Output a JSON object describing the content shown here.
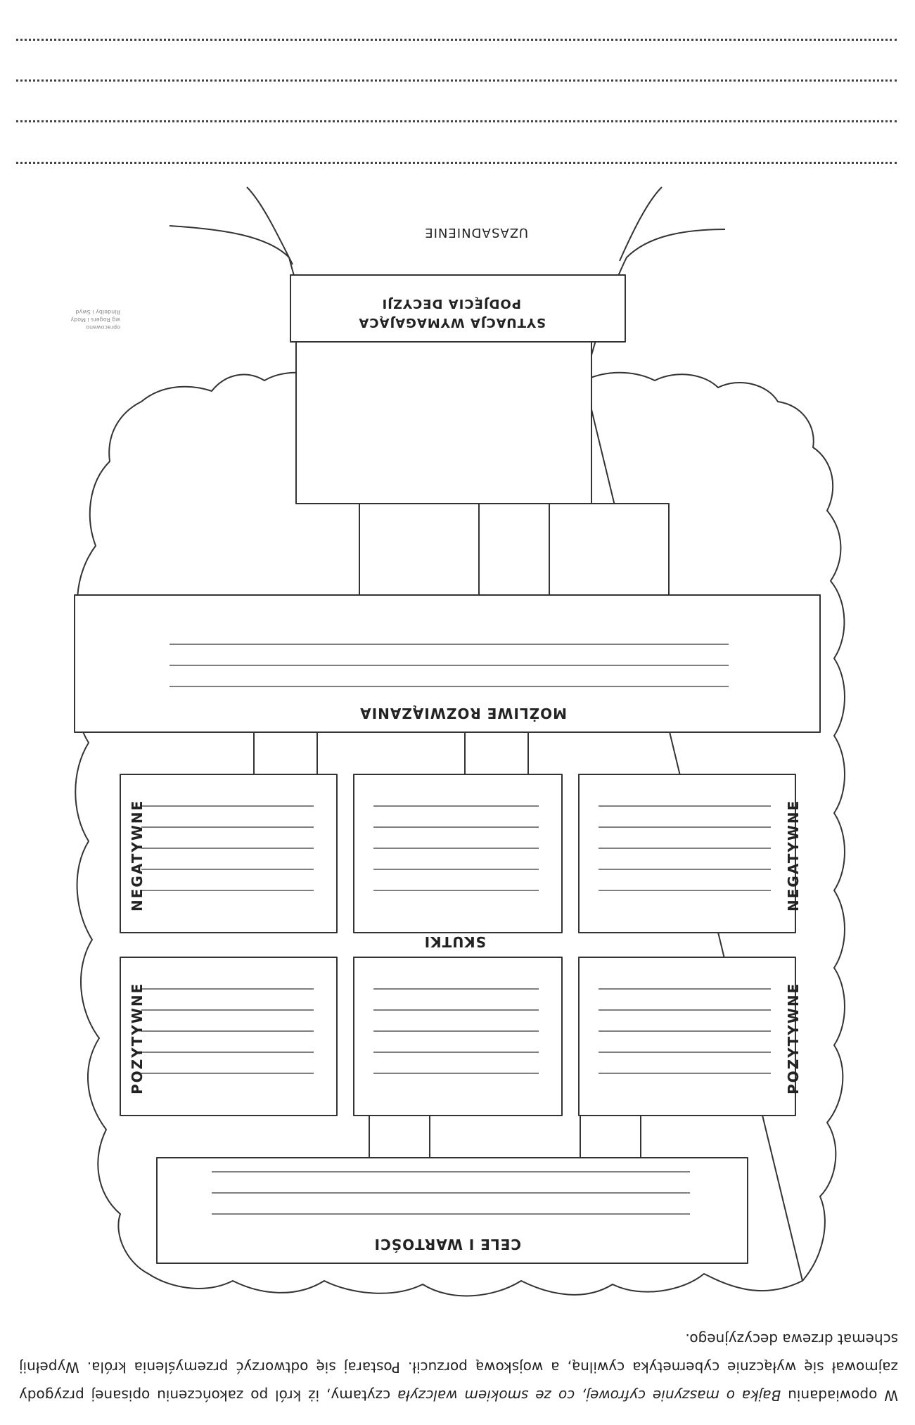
{
  "instruction": {
    "part1": "W opowiadaniu ",
    "story_title": "Bajka o maszynie cyfrowej, co ze smokiem walczyła",
    "part2": " czytamy, iż król po zakończeniu opisanej przygody zajmował się wyłącznie cybernetyka cywilną, a wojskową porzucił. Postaraj się odtworzyć przemyślenia króla. Wypełnij schemat drzewa decyzyjnego."
  },
  "tree": {
    "goals_label": "CELE I WARTOŚCI",
    "left_positive": "POZYTYWNE",
    "left_negative": "NEGATYWNE",
    "right_positive": "POZYTYWNE",
    "right_negative": "NEGATYWNE",
    "consequences_label": "SKUTKI",
    "solutions_label": "MOŻLIWE ROZWIĄZANIA",
    "situation_line1": "SYTUACJA WYMAGAJĄCA",
    "situation_line2": "PODJĘCIA DECYZJI",
    "justification_label": "UZASADNIENIE"
  },
  "credit": {
    "line1": "opracowano",
    "line2": "wg Rogers i Mody",
    "line3": "Rindelby i Swyd"
  }
}
